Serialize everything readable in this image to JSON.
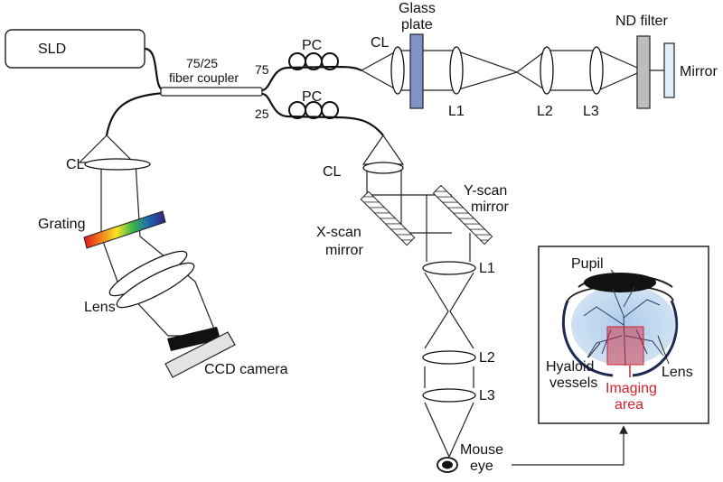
{
  "source": {
    "label": "SLD"
  },
  "coupler": {
    "ratio": "75/25",
    "label": "fiber coupler",
    "port_75": "75",
    "port_25": "25"
  },
  "polarization_controllers": {
    "pc1": "PC",
    "pc2": "PC"
  },
  "reference_arm": {
    "collimator": "CL",
    "glass_plate": [
      "Glass",
      "plate"
    ],
    "lens1": "L1",
    "lens2": "L2",
    "lens3": "L3",
    "nd_filter": "ND filter",
    "mirror": "Mirror"
  },
  "spectrometer": {
    "collimator": "CL",
    "grating": "Grating",
    "lens": "Lens",
    "camera": "CCD camera"
  },
  "sample_arm": {
    "collimator": "CL",
    "y_scan": [
      "Y-scan",
      "mirror"
    ],
    "x_scan": [
      "X-scan",
      "mirror"
    ],
    "lens1": "L1",
    "lens2": "L2",
    "lens3": "L3",
    "eye": [
      "Mouse",
      "eye"
    ]
  },
  "inset": {
    "pupil": "Pupil",
    "lens": "Lens",
    "hyaloid": [
      "Hyaloid",
      "vessels"
    ],
    "imaging_area": [
      "Imaging",
      "area"
    ]
  },
  "colors": {
    "imaging_area": "#d3202e",
    "glass_plate": "#7d94c8",
    "nd_filter": "#bdbdbd",
    "mirror": "#dfeef8",
    "eye_glow": "#a9c8ea"
  }
}
